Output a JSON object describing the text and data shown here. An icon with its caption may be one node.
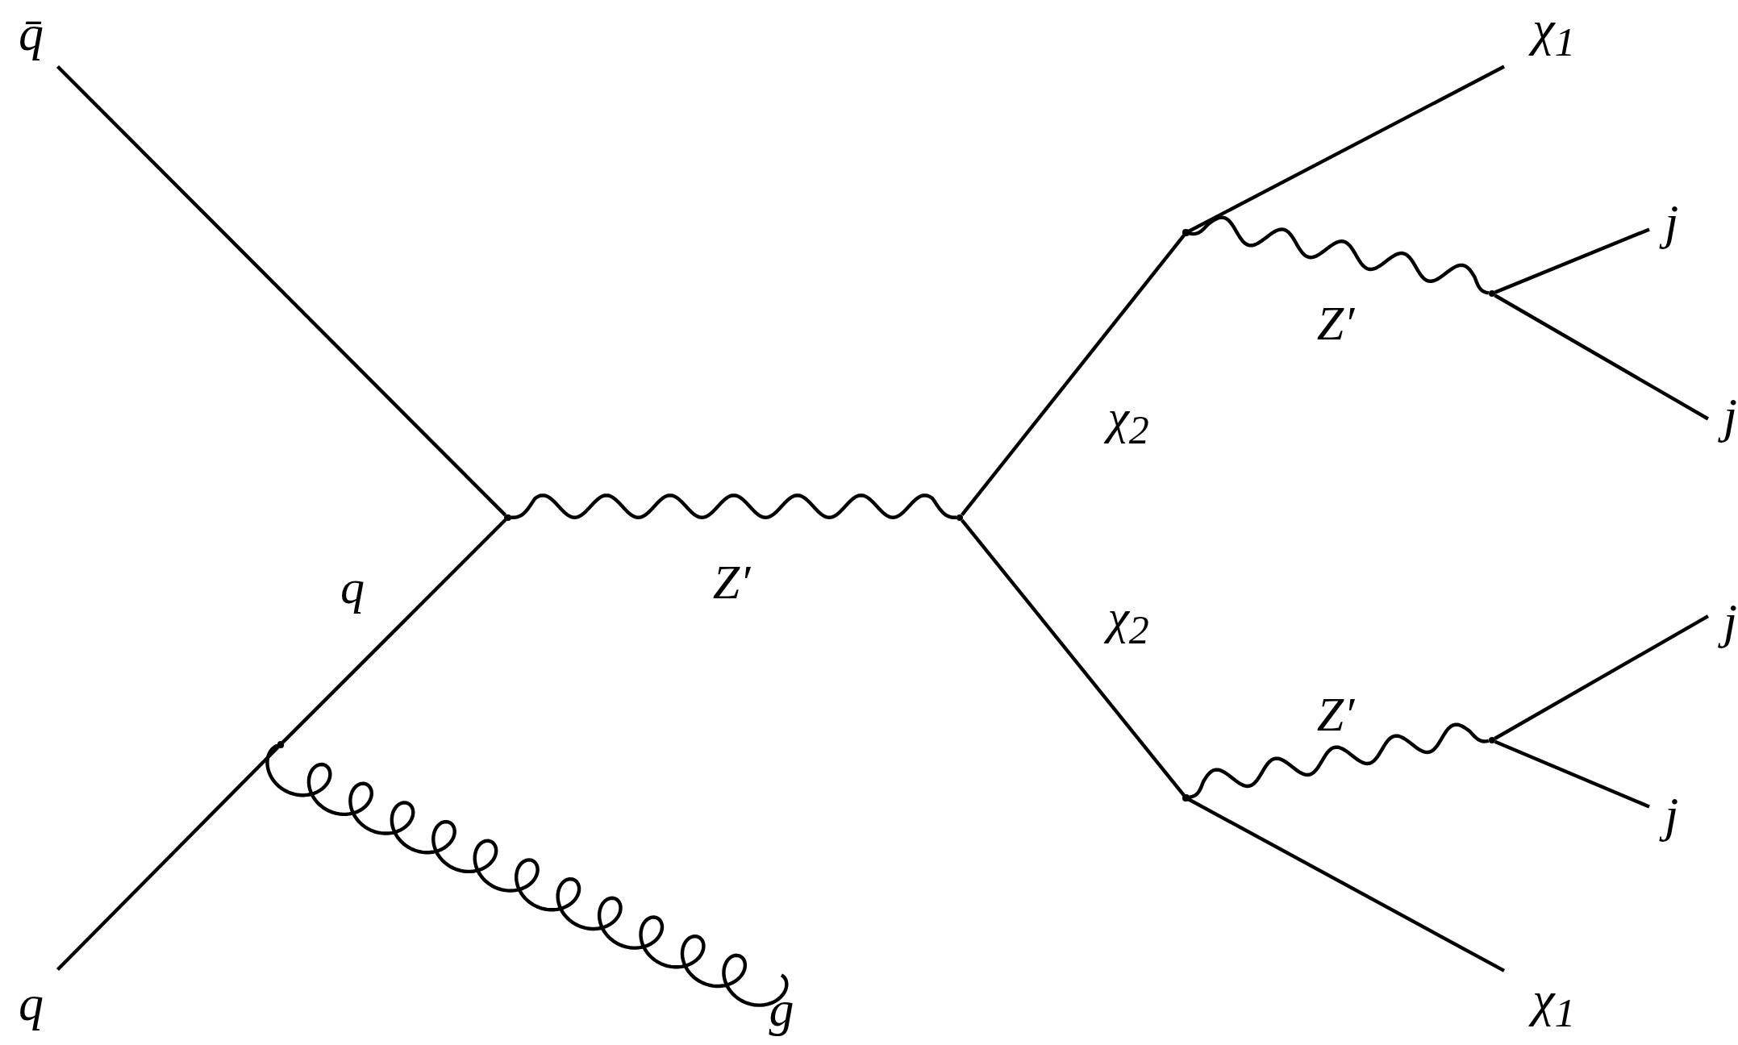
{
  "diagram": {
    "nodes": [
      {
        "text": [
          "q̄"
        ]
      },
      {
        "text": [
          "q"
        ]
      },
      {
        "text": [
          "g"
        ]
      },
      {
        "text": [
          "χ$_{1}$"
        ]
      },
      {
        "text": [
          "j"
        ]
      },
      {
        "text": [
          "j"
        ]
      },
      {
        "text": [
          "j"
        ]
      },
      {
        "text": [
          "j"
        ]
      },
      {
        "text": [
          "χ$_{1}$"
        ]
      },
      {
        "text": [],
        "shape": "point"
      },
      {
        "text": [],
        "shape": "point"
      },
      {
        "text": [],
        "shape": "point"
      },
      {
        "text": [],
        "shape": "point"
      },
      {
        "text": [],
        "shape": "point"
      },
      {
        "text": [],
        "shape": "point"
      },
      {
        "text": [],
        "shape": "point"
      }
    ],
    "edges": [
      {
        "from": 0,
        "to": 9,
        "arrow": "none"
      },
      {
        "from": 1,
        "to": 10,
        "arrow": "none"
      },
      {
        "from": 10,
        "to": 9,
        "arrow": "none",
        "label": "q"
      },
      {
        "from": 10,
        "to": 2,
        "arrow": "none"
      },
      {
        "from": 9,
        "to": 11,
        "arrow": "none",
        "label": "Z′"
      },
      {
        "from": 11,
        "to": 12,
        "arrow": "none",
        "label": "χ$_{2}$"
      },
      {
        "from": 11,
        "to": 14,
        "arrow": "none",
        "label": "χ$_{2}$"
      },
      {
        "from": 12,
        "to": 3,
        "arrow": "none"
      },
      {
        "from": 12,
        "to": 13,
        "arrow": "none",
        "label": "Z′"
      },
      {
        "from": 13,
        "to": 4,
        "arrow": "none"
      },
      {
        "from": 13,
        "to": 5,
        "arrow": "none"
      },
      {
        "from": 14,
        "to": 8,
        "arrow": "none"
      },
      {
        "from": 14,
        "to": 15,
        "arrow": "none",
        "label": "Z′"
      },
      {
        "from": 15,
        "to": 6,
        "arrow": "none"
      },
      {
        "from": 15,
        "to": 7,
        "arrow": "none"
      }
    ]
  }
}
